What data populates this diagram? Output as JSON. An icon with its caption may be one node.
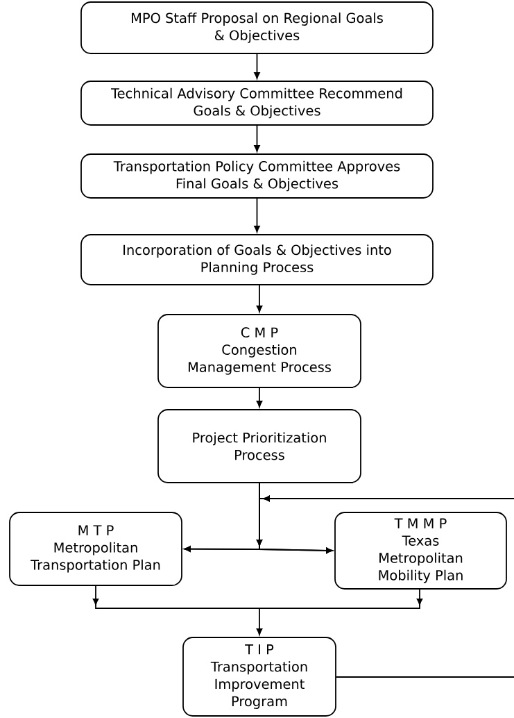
{
  "diagram": {
    "nodes": [
      {
        "text": [
          "MPO Staff Proposal on Regional Goals & Objectives"
        ]
      },
      {
        "text": [
          "Technical Advisory Committee Recommend Goals & Objectives"
        ]
      },
      {
        "text": [
          "Transportation Policy Committee Approves Final Goals & Objectives"
        ]
      },
      {
        "text": [
          "Incorporation of Goals & Objectives into Planning Process"
        ]
      },
      {
        "text": [
          "C M P",
          "Congestion Management Process"
        ]
      },
      {
        "text": [
          "Project Prioritization Process"
        ]
      },
      {
        "text": [
          "M T P",
          "Metropolitan Transportation Plan"
        ]
      },
      {
        "text": [
          "T M M P",
          "Texas Metropolitan Mobility Plan"
        ]
      },
      {
        "text": [
          "T I P",
          "Transportation Improvement Program"
        ]
      }
    ],
    "edges": [
      {
        "from": 0,
        "to": 1,
        "arrow": "to"
      },
      {
        "from": 1,
        "to": 2,
        "arrow": "to"
      },
      {
        "from": 2,
        "to": 3,
        "arrow": "to"
      },
      {
        "from": 3,
        "to": 4,
        "arrow": "to"
      },
      {
        "from": 4,
        "to": 5,
        "arrow": "to"
      },
      {
        "from": 5,
        "to": 6,
        "arrow": "to"
      },
      {
        "from": 5,
        "to": 7,
        "arrow": "to"
      },
      {
        "from": null,
        "to": 6,
        "arrow": "to"
      },
      {
        "from": null,
        "to": 7,
        "arrow": "to"
      },
      {
        "from": 6,
        "to": 8,
        "arrow": "to"
      },
      {
        "from": 7,
        "to": 8,
        "arrow": "to"
      },
      {
        "from": 8,
        "to": null,
        "arrow": "none"
      }
    ]
  }
}
